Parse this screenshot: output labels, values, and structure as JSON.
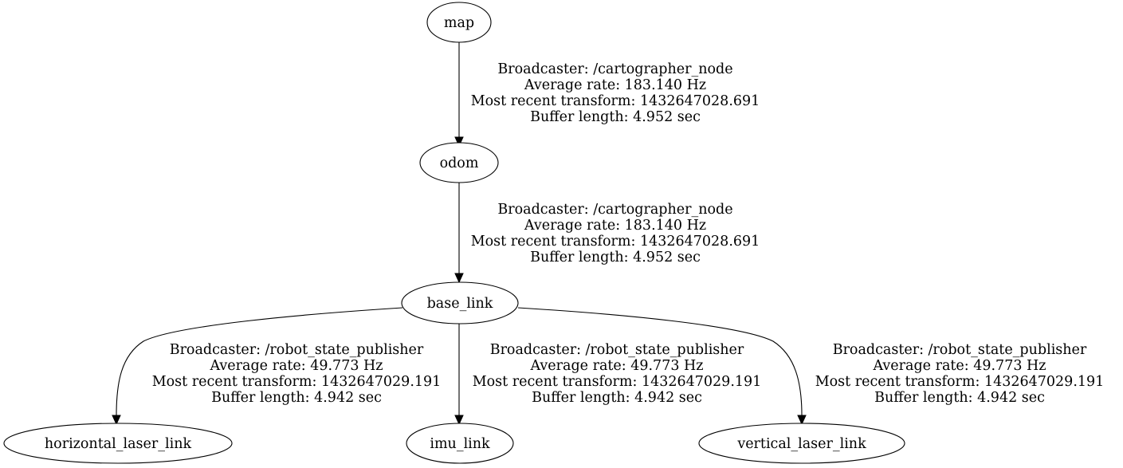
{
  "nodes": {
    "map": "map",
    "odom": "odom",
    "base_link": "base_link",
    "horizontal_laser_link": "horizontal_laser_link",
    "imu_link": "imu_link",
    "vertical_laser_link": "vertical_laser_link"
  },
  "edges": {
    "map_odom": {
      "from": "map",
      "to": "odom",
      "broadcaster": "Broadcaster: /cartographer_node",
      "rate": "Average rate: 183.140 Hz",
      "recent": "Most recent transform: 1432647028.691",
      "buffer": "Buffer length: 4.952 sec"
    },
    "odom_base": {
      "from": "odom",
      "to": "base_link",
      "broadcaster": "Broadcaster: /cartographer_node",
      "rate": "Average rate: 183.140 Hz",
      "recent": "Most recent transform: 1432647028.691",
      "buffer": "Buffer length: 4.952 sec"
    },
    "base_horizontal": {
      "from": "base_link",
      "to": "horizontal_laser_link",
      "broadcaster": "Broadcaster: /robot_state_publisher",
      "rate": "Average rate: 49.773 Hz",
      "recent": "Most recent transform: 1432647029.191",
      "buffer": "Buffer length: 4.942 sec"
    },
    "base_imu": {
      "from": "base_link",
      "to": "imu_link",
      "broadcaster": "Broadcaster: /robot_state_publisher",
      "rate": "Average rate: 49.773 Hz",
      "recent": "Most recent transform: 1432647029.191",
      "buffer": "Buffer length: 4.942 sec"
    },
    "base_vertical": {
      "from": "base_link",
      "to": "vertical_laser_link",
      "broadcaster": "Broadcaster: /robot_state_publisher",
      "rate": "Average rate: 49.773 Hz",
      "recent": "Most recent transform: 1432647029.191",
      "buffer": "Buffer length: 4.942 sec"
    }
  }
}
